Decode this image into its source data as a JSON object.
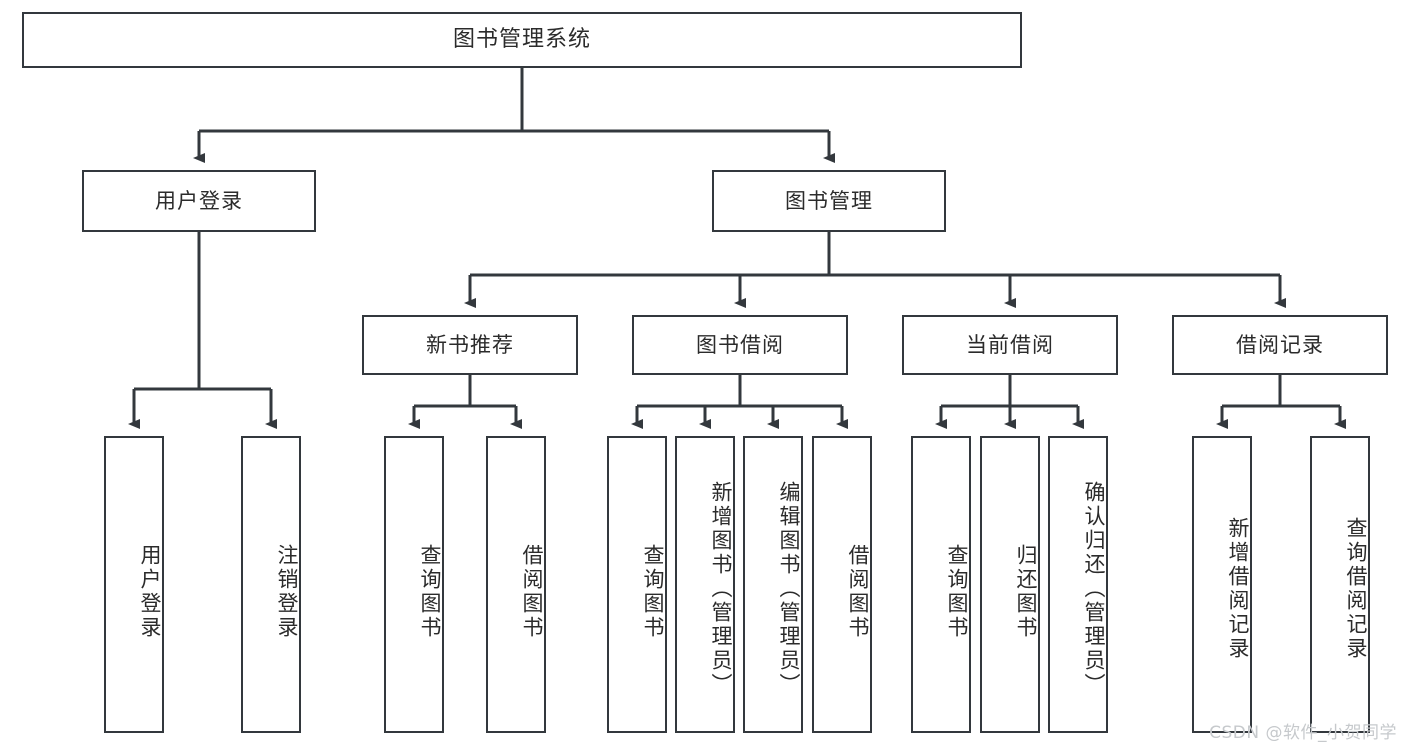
{
  "diagram": {
    "title": "图书管理系统",
    "watermark": "CSDN @软件_小贺同学",
    "stroke_color": "#33383d",
    "text_color": "#2b2b2b",
    "background": "#ffffff",
    "nodes": {
      "root": "图书管理系统",
      "level2": {
        "user_login": "用户登录",
        "book_manage": "图书管理"
      },
      "level3": {
        "new_book_recommend": "新书推荐",
        "book_borrow": "图书借阅",
        "current_borrow": "当前借阅",
        "borrow_record": "借阅记录"
      },
      "leaves": {
        "user_login_do": "用户登录",
        "user_logout": "注销登录",
        "nbr_query_book": "查询图书",
        "nbr_borrow_book": "借阅图书",
        "bb_query_book": "查询图书",
        "bb_add_book_admin": "新增图书（管理员）",
        "bb_edit_book_admin": "编辑图书（管理员）",
        "bb_borrow_book": "借阅图书",
        "cb_query_book": "查询图书",
        "cb_return_book": "归还图书",
        "cb_confirm_return_admin": "确认归还（管理员）",
        "br_add_record": "新增借阅记录",
        "br_query_record": "查询借阅记录"
      }
    }
  },
  "chart_data": {
    "type": "diagram",
    "subtype": "tree-hierarchy",
    "title": "图书管理系统",
    "orientation": "top-down",
    "edge_style": "orthogonal-with-arrowheads",
    "levels": 4,
    "tree": {
      "label": "图书管理系统",
      "children": [
        {
          "label": "用户登录",
          "children": [
            {
              "label": "用户登录",
              "children": []
            },
            {
              "label": "注销登录",
              "children": []
            }
          ]
        },
        {
          "label": "图书管理",
          "children": [
            {
              "label": "新书推荐",
              "children": [
                {
                  "label": "查询图书",
                  "children": []
                },
                {
                  "label": "借阅图书",
                  "children": []
                }
              ]
            },
            {
              "label": "图书借阅",
              "children": [
                {
                  "label": "查询图书",
                  "children": []
                },
                {
                  "label": "新增图书（管理员）",
                  "children": []
                },
                {
                  "label": "编辑图书（管理员）",
                  "children": []
                },
                {
                  "label": "借阅图书",
                  "children": []
                }
              ]
            },
            {
              "label": "当前借阅",
              "children": [
                {
                  "label": "查询图书",
                  "children": []
                },
                {
                  "label": "归还图书",
                  "children": []
                },
                {
                  "label": "确认归还（管理员）",
                  "children": []
                }
              ]
            },
            {
              "label": "借阅记录",
              "children": [
                {
                  "label": "新增借阅记录",
                  "children": []
                },
                {
                  "label": "查询借阅记录",
                  "children": []
                }
              ]
            }
          ]
        }
      ]
    }
  }
}
